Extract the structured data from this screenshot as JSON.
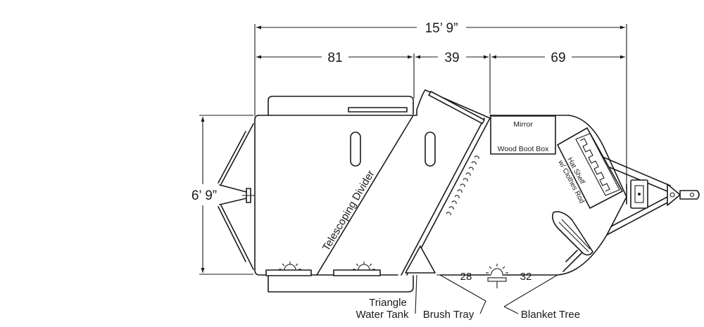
{
  "dimensions": {
    "overall_length": "15’ 9”",
    "width": "6’ 9”",
    "segment_1": "81",
    "segment_2": "39",
    "segment_3": "69",
    "tray_left": "28",
    "tray_right": "32"
  },
  "labels": {
    "telescoping_divider": "Telescoping Divider",
    "mirror": "Mirror",
    "wood_boot_box": "Wood Boot Box",
    "hat_shelf_line1": "Hat Shelf",
    "hat_shelf_line2": "w/ Clothes Rod",
    "triangle_line1": "Triangle",
    "triangle_line2": "Water Tank",
    "brush_tray": "Brush Tray",
    "blanket_tree": "Blanket Tree"
  }
}
